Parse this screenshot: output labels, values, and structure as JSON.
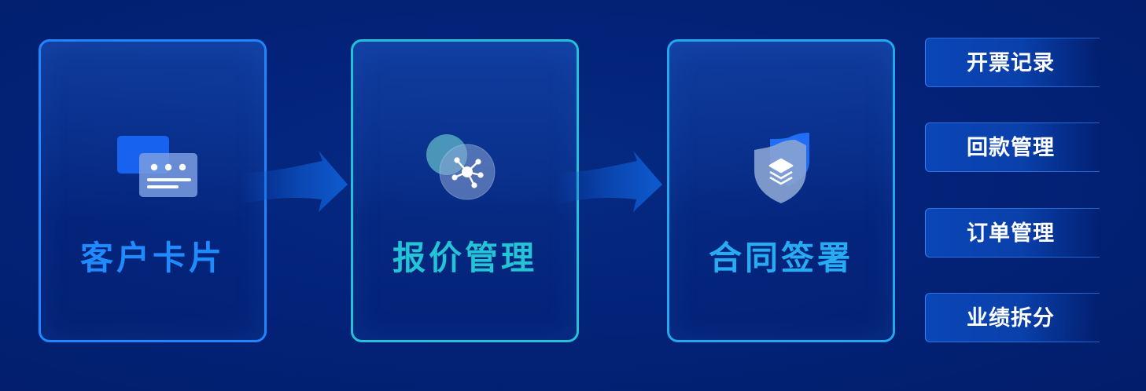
{
  "steps": [
    {
      "title": "客户卡片",
      "icon": "customer-card-icon"
    },
    {
      "title": "报价管理",
      "icon": "quote-network-icon"
    },
    {
      "title": "合同签署",
      "icon": "contract-shield-icon"
    }
  ],
  "side_items": [
    {
      "label": "开票记录"
    },
    {
      "label": "回款管理"
    },
    {
      "label": "订单管理"
    },
    {
      "label": "业绩拆分"
    }
  ],
  "colors": {
    "background": "#03237a",
    "step1_accent": "#1f86ff",
    "step2_accent": "#23c2d8",
    "step3_accent": "#23a8ee",
    "side_item_fill": "#0a46b8",
    "side_item_text": "#ffffff"
  }
}
